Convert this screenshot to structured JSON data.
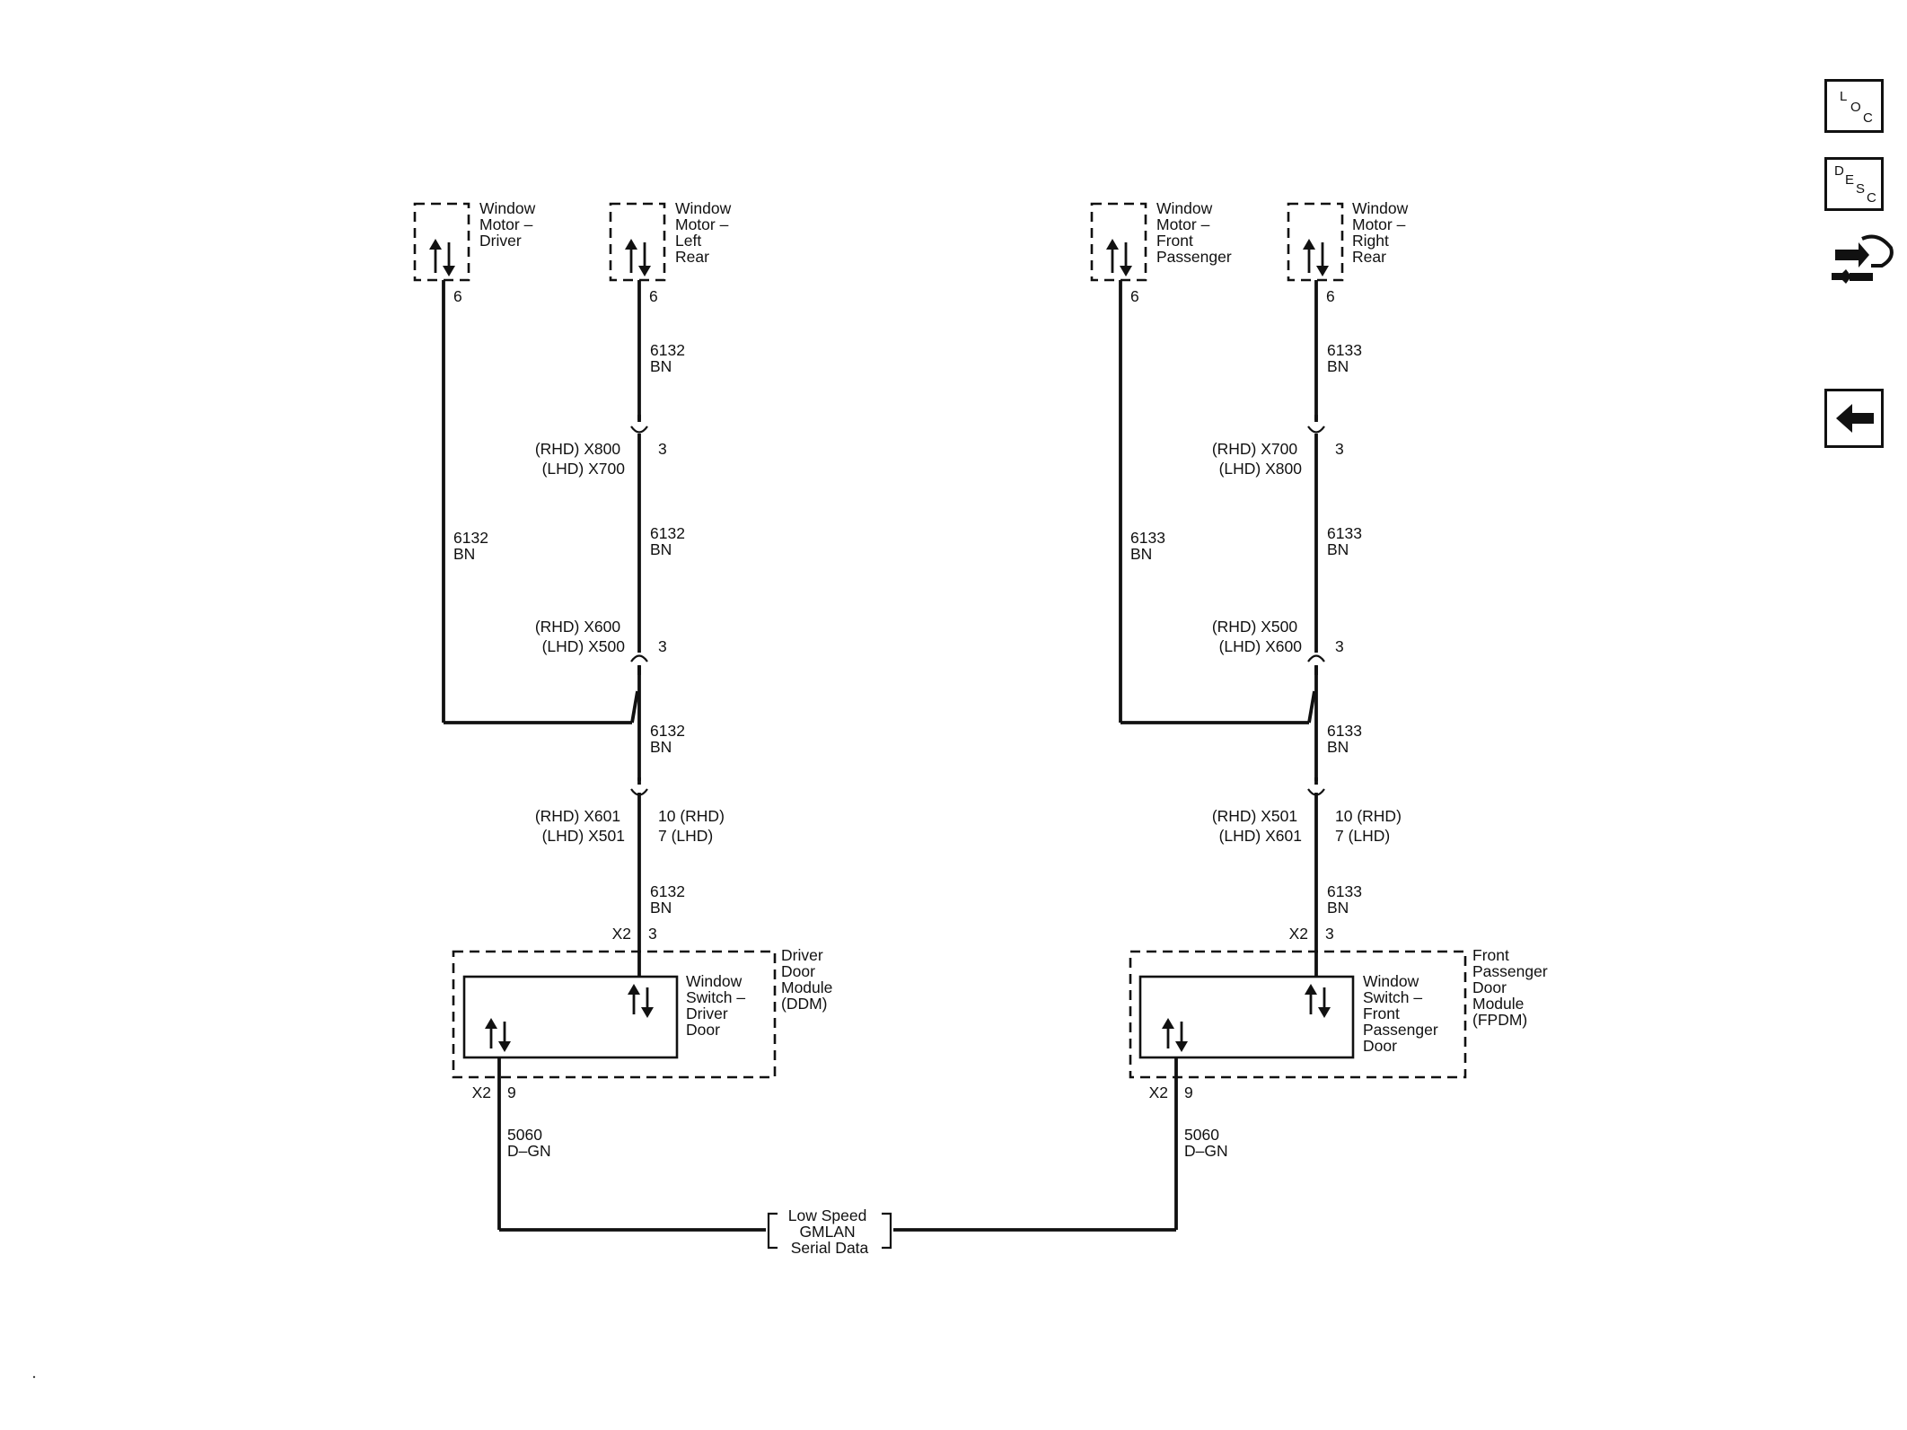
{
  "diagram": {
    "left": {
      "motor_driver": [
        "Window",
        "Motor –",
        "Driver"
      ],
      "motor_left_rear": [
        "Window",
        "Motor –",
        "Left",
        "Rear"
      ],
      "motor_pin_a": "6",
      "motor_pin_b": "6",
      "wire_upper": [
        "6132",
        "BN"
      ],
      "wire_mid": [
        "6132",
        "BN"
      ],
      "wire_side": [
        "6132",
        "BN"
      ],
      "wire_lower": [
        "6132",
        "BN"
      ],
      "wire_module": [
        "6132",
        "BN"
      ],
      "conn1": [
        "(RHD) X800",
        "(LHD) X700"
      ],
      "conn1_pin": "3",
      "conn2": [
        "(RHD) X600",
        "(LHD) X500"
      ],
      "conn2_pin": "3",
      "conn3": [
        "(RHD) X601",
        "(LHD) X501"
      ],
      "conn3_pin": [
        "10 (RHD)",
        "7 (LHD)"
      ],
      "module_top_conn": "X2",
      "module_top_pin": "3",
      "module_name": [
        "Driver",
        "Door",
        "Module",
        "(DDM)"
      ],
      "switch_name": [
        "Window",
        "Switch –",
        "Driver",
        "Door"
      ],
      "module_bottom_conn": "X2",
      "module_bottom_pin": "9",
      "data_wire": [
        "5060",
        "D–GN"
      ]
    },
    "right": {
      "motor_front_pass": [
        "Window",
        "Motor –",
        "Front",
        "Passenger"
      ],
      "motor_right_rear": [
        "Window",
        "Motor –",
        "Right",
        "Rear"
      ],
      "motor_pin_a": "6",
      "motor_pin_b": "6",
      "wire_upper": [
        "6133",
        "BN"
      ],
      "wire_mid": [
        "6133",
        "BN"
      ],
      "wire_side": [
        "6133",
        "BN"
      ],
      "wire_lower": [
        "6133",
        "BN"
      ],
      "wire_module": [
        "6133",
        "BN"
      ],
      "conn1": [
        "(RHD) X700",
        "(LHD) X800"
      ],
      "conn1_pin": "3",
      "conn2": [
        "(RHD) X500",
        "(LHD) X600"
      ],
      "conn2_pin": "3",
      "conn3": [
        "(RHD) X501",
        "(LHD) X601"
      ],
      "conn3_pin": [
        "10 (RHD)",
        "7 (LHD)"
      ],
      "module_top_conn": "X2",
      "module_top_pin": "3",
      "module_name": [
        "Front",
        "Passenger",
        "Door",
        "Module",
        "(FPDM)"
      ],
      "switch_name": [
        "Window",
        "Switch –",
        "Front",
        "Passenger",
        "Door"
      ],
      "module_bottom_conn": "X2",
      "module_bottom_pin": "9",
      "data_wire": [
        "5060",
        "D–GN"
      ]
    },
    "bus_label": [
      "Low Speed",
      "GMLAN",
      "Serial Data"
    ]
  },
  "nav": {
    "loc_button": [
      "L",
      "O",
      "C"
    ],
    "desc_button": [
      "D",
      "E",
      "S",
      "C"
    ],
    "service_icon": "wrench-connector-icon",
    "back_icon": "arrow-left-icon"
  }
}
